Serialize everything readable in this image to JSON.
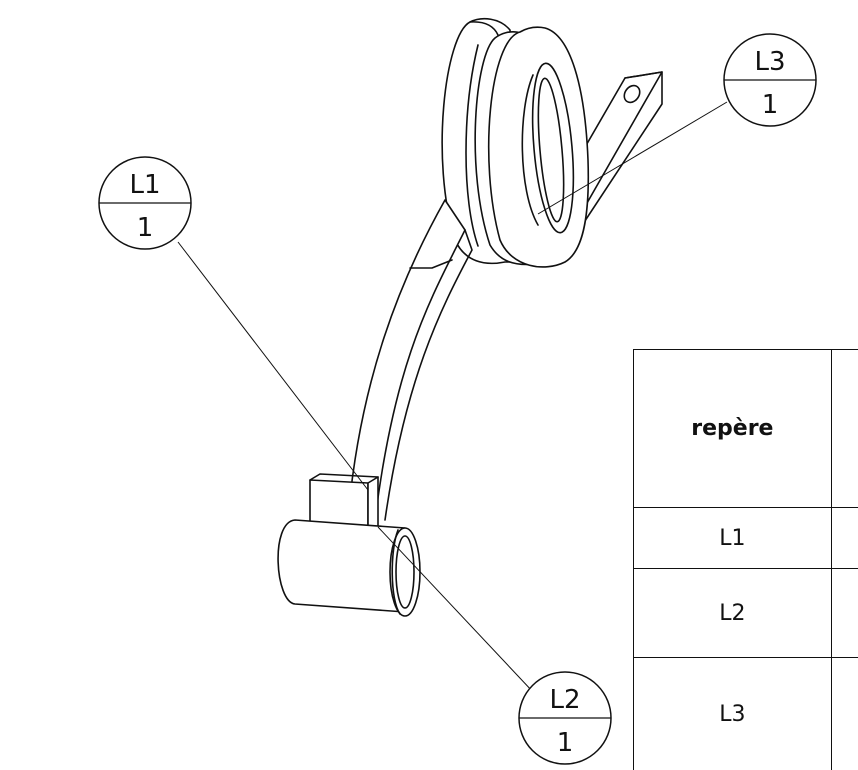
{
  "balloons": [
    {
      "id": "L1",
      "label": "L1",
      "qty": "1"
    },
    {
      "id": "L2",
      "label": "L2",
      "qty": "1"
    },
    {
      "id": "L3",
      "label": "L3",
      "qty": "1"
    }
  ],
  "table": {
    "header": "repère",
    "rows": [
      "L1",
      "L2",
      "L3"
    ]
  }
}
